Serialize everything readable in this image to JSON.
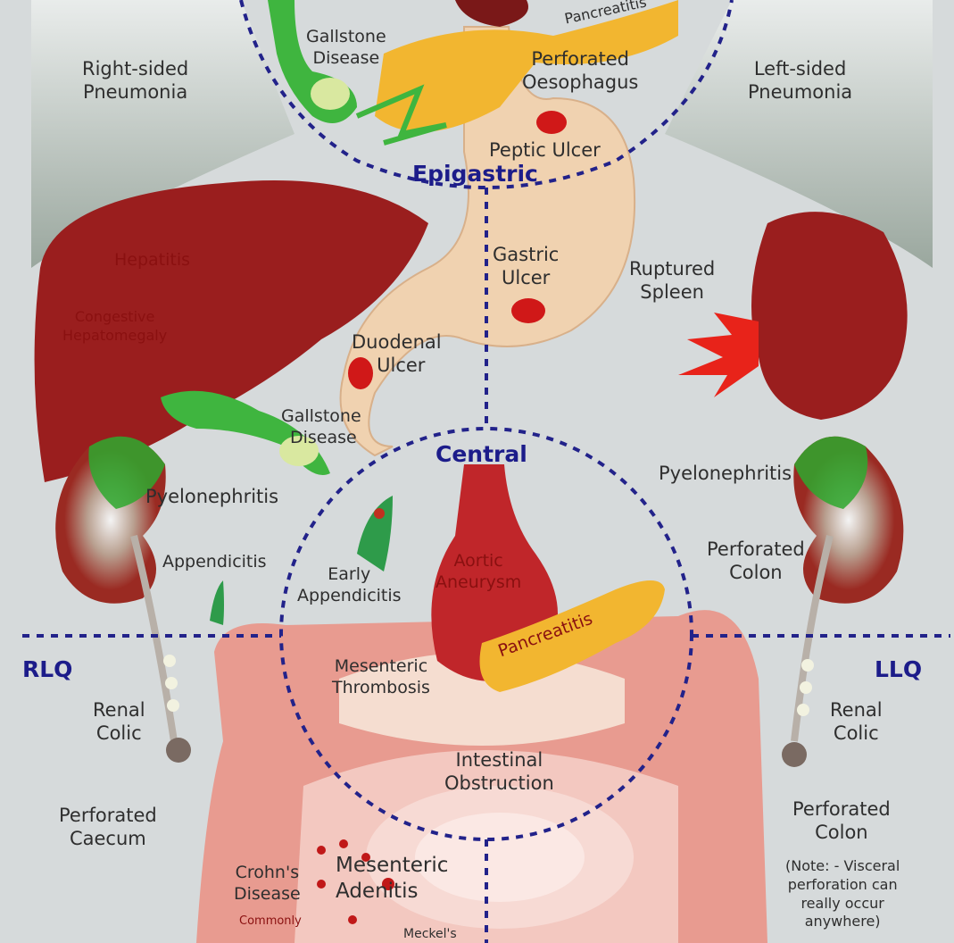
{
  "zones": {
    "epigastric": "Epigastric",
    "central": "Central",
    "rlq": "RLQ",
    "llq": "LLQ"
  },
  "labels": {
    "pancreatitis_top": "Pancreatitis",
    "gallstone_top": [
      "Gallstone",
      "Disease"
    ],
    "perforated_oesophagus": [
      "Perforated",
      "Oesophagus"
    ],
    "peptic_ulcer": "Peptic Ulcer",
    "right_pneumonia": [
      "Right-sided",
      "Pneumonia"
    ],
    "left_pneumonia": [
      "Left-sided",
      "Pneumonia"
    ],
    "hepatitis": "Hepatitis",
    "congestive": [
      "Congestive",
      "Hepatomegaly"
    ],
    "gastric_ulcer": [
      "Gastric",
      "Ulcer"
    ],
    "ruptured_spleen": [
      "Ruptured",
      "Spleen"
    ],
    "duodenal_ulcer": [
      "Duodenal",
      "Ulcer"
    ],
    "gallstone_mid": [
      "Gallstone",
      "Disease"
    ],
    "pyelonephritis_left": "Pyelonephritis",
    "pyelonephritis_right": "Pyelonephritis",
    "appendicitis": "Appendicitis",
    "early_appendicitis": [
      "Early",
      "Appendicitis"
    ],
    "aortic_aneurysm": [
      "Aortic",
      "Aneurysm"
    ],
    "pancreatitis_central": "Pancreatitis",
    "perforated_colon_top": [
      "Perforated",
      "Colon"
    ],
    "mesenteric_thrombosis": [
      "Mesenteric",
      "Thrombosis"
    ],
    "renal_colic_left": [
      "Renal",
      "Colic"
    ],
    "renal_colic_right": [
      "Renal",
      "Colic"
    ],
    "intestinal_obstruction": [
      "Intestinal",
      "Obstruction"
    ],
    "perforated_caecum": [
      "Perforated",
      "Caecum"
    ],
    "perforated_colon_bottom": [
      "Perforated",
      "Colon"
    ],
    "note": [
      "(Note: - Visceral",
      "perforation can",
      "really occur",
      "anywhere)"
    ],
    "crohns": [
      "Crohn's",
      "Disease"
    ],
    "commonly": "Commonly",
    "mesenteric_adenitis": [
      "Mesenteric",
      "Adenitis"
    ],
    "meckels": "Meckel's"
  },
  "colors": {
    "liver": "#9a1e1e",
    "gallbladder": "#3fb53f",
    "pancreas": "#f2b630",
    "stomach": "#f0d2b0",
    "bowel": "#e99a90",
    "zone_line": "#22228a"
  }
}
